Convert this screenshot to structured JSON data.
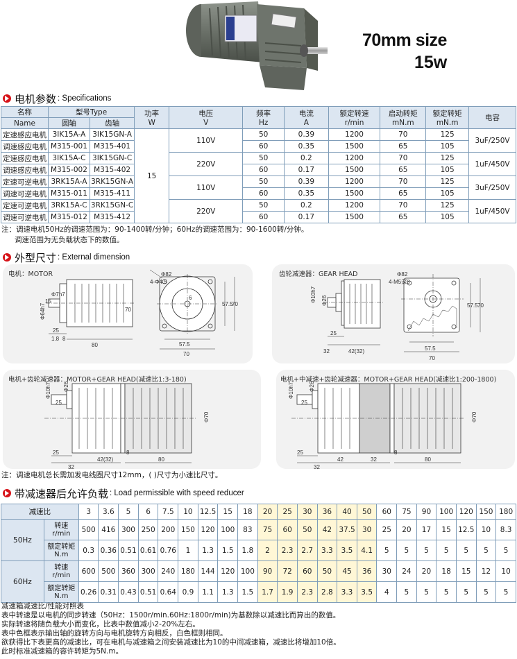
{
  "header": {
    "size_line1": "70mm size",
    "size_line2": "15w"
  },
  "sections": {
    "specs": {
      "zh": "电机参数",
      "en": ": Specifications"
    },
    "dims": {
      "zh": "外型尺寸",
      "en": ": External dimension"
    },
    "load": {
      "zh": "带减速器后允许负载",
      "en": ": Load permissible with speed reducer"
    }
  },
  "spec_table": {
    "headers": {
      "name": "名称",
      "name_en": "Name",
      "model": "型号Type",
      "round_shaft": "圆轴",
      "gear_shaft": "齿轴",
      "power": "功率",
      "power_unit": "W",
      "voltage": "电压",
      "voltage_unit": "V",
      "freq": "频率",
      "freq_unit": "Hz",
      "current": "电流",
      "current_unit": "A",
      "speed": "额定转速",
      "speed_unit": "r/min",
      "start_torque": "启动转矩",
      "start_torque_unit": "mN.m",
      "rated_torque": "额定转矩",
      "rated_torque_unit": "mN.m",
      "capacitor": "电容"
    },
    "power_value": "15",
    "rows": [
      {
        "name": "定速感应电机",
        "round": "3IK15A-A",
        "gear": "3IK15GN-A",
        "hz": "50",
        "a": "0.39",
        "rpm": "1200",
        "st": "70",
        "rt": "125"
      },
      {
        "name": "调速感应电机",
        "round": "M315-001",
        "gear": "M315-401",
        "hz": "60",
        "a": "0.35",
        "rpm": "1500",
        "st": "65",
        "rt": "105"
      },
      {
        "name": "定速感应电机",
        "round": "3IK15A-C",
        "gear": "3IK15GN-C",
        "hz": "50",
        "a": "0.2",
        "rpm": "1200",
        "st": "70",
        "rt": "125"
      },
      {
        "name": "调速感应电机",
        "round": "M315-002",
        "gear": "M315-402",
        "hz": "60",
        "a": "0.17",
        "rpm": "1500",
        "st": "65",
        "rt": "105"
      },
      {
        "name": "定速可逆电机",
        "round": "3RK15A-A",
        "gear": "3RK15GN-A",
        "hz": "50",
        "a": "0.39",
        "rpm": "1200",
        "st": "70",
        "rt": "125"
      },
      {
        "name": "调速可逆电机",
        "round": "M315-011",
        "gear": "M315-411",
        "hz": "60",
        "a": "0.35",
        "rpm": "1500",
        "st": "65",
        "rt": "105"
      },
      {
        "name": "定速可逆电机",
        "round": "3RK15A-C",
        "gear": "3RK15GN-C",
        "hz": "50",
        "a": "0.2",
        "rpm": "1200",
        "st": "70",
        "rt": "125"
      },
      {
        "name": "调速可逆电机",
        "round": "M315-012",
        "gear": "M315-412",
        "hz": "60",
        "a": "0.17",
        "rpm": "1500",
        "st": "65",
        "rt": "105"
      }
    ],
    "voltage_groups": [
      "110V",
      "220V",
      "110V",
      "220V"
    ],
    "capacitor_groups": [
      "3uF/250V",
      "1uF/450V",
      "3uF/250V",
      "1uF/450V"
    ]
  },
  "spec_notes": {
    "line1": "注：调速电机50Hz的调速范围为：90-1400转/分钟；60Hz的调速范围为：90-1600转/分钟。",
    "line2": "调速范围为无负载状态下的数值。"
  },
  "dims": {
    "motor_title": "电机：MOTOR",
    "gear_title": "齿轮减速器：GEAR HEAD",
    "mg_title": "电机+齿轮减速器：MOTOR+GEAR HEAD(减速比1:3-180)",
    "mmg_title": "电机+中减速+齿轮减速器：MOTOR+GEAR HEAD(减速比1:200-1800)",
    "labels": {
      "d7h7": "Φ7h7",
      "d64h7": "Φ64h7",
      "l15": "15",
      "l25": "25",
      "l18": "1.8",
      "l8": "8",
      "l80": "80",
      "d82": "Φ82",
      "m4": "4-Φ4.5",
      "l6": "6",
      "l575": "57.5",
      "l70": "70",
      "d10h7": "Φ10h7",
      "d26": "Φ26",
      "l32": "32",
      "l42": "42(32)",
      "l42b": "42",
      "l70d": "Φ70",
      "m4b": "4-M5深8"
    },
    "note": "注：调速电机总长需加发电线圈尺寸12mm，(   )尺寸为小速比尺寸。"
  },
  "load_table": {
    "ratio_label": "减速比",
    "ratios": [
      "3",
      "3.6",
      "5",
      "6",
      "7.5",
      "10",
      "12.5",
      "15",
      "18",
      "20",
      "25",
      "30",
      "36",
      "40",
      "50",
      "60",
      "75",
      "90",
      "100",
      "120",
      "150",
      "180"
    ],
    "hz50": "50Hz",
    "hz60": "60Hz",
    "speed_label": "转速",
    "speed_unit": "r/min",
    "torque_label": "额定转矩",
    "torque_unit": "N.m",
    "speed_50": [
      "500",
      "416",
      "300",
      "250",
      "200",
      "150",
      "120",
      "100",
      "83",
      "75",
      "60",
      "50",
      "42",
      "37.5",
      "30",
      "25",
      "20",
      "17",
      "15",
      "12.5",
      "10",
      "8.3"
    ],
    "torque_50": [
      "0.3",
      "0.36",
      "0.51",
      "0.61",
      "0.76",
      "1",
      "1.3",
      "1.5",
      "1.8",
      "2",
      "2.3",
      "2.7",
      "3.3",
      "3.5",
      "4.1",
      "5",
      "5",
      "5",
      "5",
      "5",
      "5",
      "5"
    ],
    "speed_60": [
      "600",
      "500",
      "360",
      "300",
      "240",
      "180",
      "144",
      "120",
      "100",
      "90",
      "72",
      "60",
      "50",
      "45",
      "36",
      "30",
      "24",
      "20",
      "18",
      "15",
      "12",
      "10"
    ],
    "torque_60": [
      "0.26",
      "0.31",
      "0.43",
      "0.51",
      "0.64",
      "0.9",
      "1.1",
      "1.3",
      "1.5",
      "1.7",
      "1.9",
      "2.3",
      "2.8",
      "3.3",
      "3.5",
      "4",
      "5",
      "5",
      "5",
      "5",
      "5",
      "5"
    ]
  },
  "footnotes": [
    "减速箱减速比/性能对照表",
    "表中转速是以电机的同步转速（50Hz：1500r/min.60Hz:1800r/min)为基数除以减速比而算出的数值。",
    "实际转速将随负载大小而变化，比表中数值减小2-20%左右。",
    "表中色框表示输出轴的旋转方向与电机旋转方向相反，白色框则相同。",
    "欲获得比下表更高的减速比，可在电机与减速箱之间安装减速比为10的中间减速箱，减速比将增加10倍。",
    "此时标准减速箱的容许转矩为5N.m。"
  ],
  "colors": {
    "accent": "#d7141a",
    "table_head": "#dce6f1",
    "table_border": "#7f9db9",
    "reverse_cell": "#fff7d6",
    "panel": "#f2f2f2"
  }
}
